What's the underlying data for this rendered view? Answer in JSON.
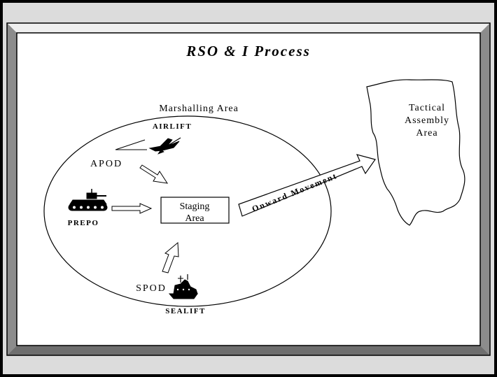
{
  "title": "RSO & I Process",
  "labels": {
    "marshalling_area": "Marshalling Area",
    "airlift": "AIRLIFT",
    "apod": "APOD",
    "prepo": "PREPO",
    "staging_line1": "Staging",
    "staging_line2": "Area",
    "spod": "SPOD",
    "sealift": "SEALIFT",
    "onward_movement": "Onward Movement",
    "tactical_line1": "Tactical",
    "tactical_line2": "Assembly",
    "tactical_line3": "Area"
  },
  "icons": {
    "airplane": "airplane-icon",
    "tank": "tank-icon",
    "ship": "ship-icon"
  },
  "colors": {
    "frame_dark": "#000000",
    "bevel_light": "#dcdcdc",
    "bevel_mid": "#a8a8a8",
    "bevel_dark": "#6e6e6e",
    "panel": "#ffffff",
    "ink": "#000000"
  }
}
